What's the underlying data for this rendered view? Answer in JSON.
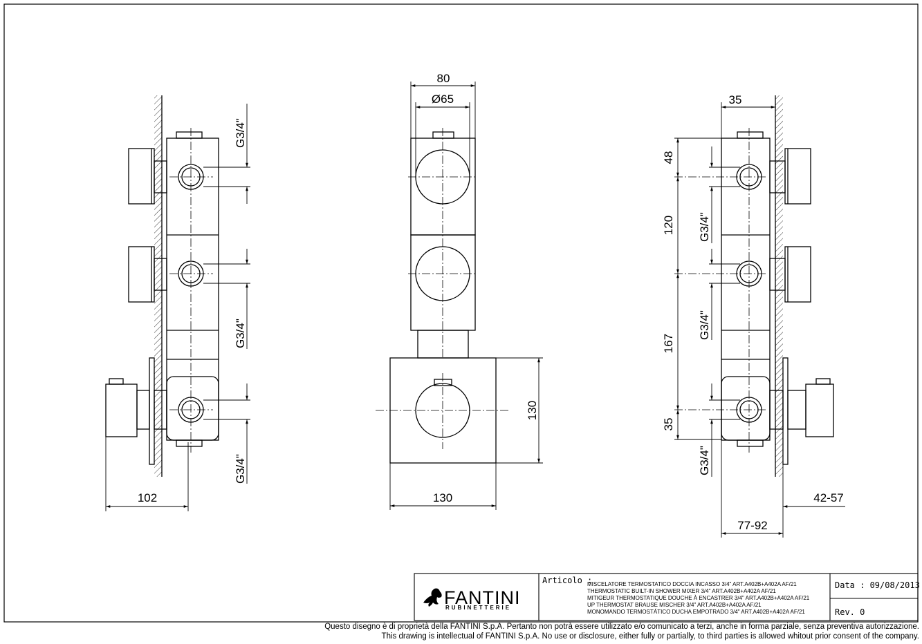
{
  "dimensions": {
    "left_width": "102",
    "left_thread_top": "G3/4\"",
    "left_thread_mid": "G3/4\"",
    "left_thread_bottom": "G3/4\"",
    "front_width": "80",
    "front_diameter": "Ø65",
    "plate_height": "130",
    "plate_width": "130",
    "right_top_depth": "35",
    "right_spacing_1": "48",
    "right_spacing_2": "120",
    "right_spacing_3": "167",
    "right_spacing_4": "35",
    "right_thread_1": "G3/4\"",
    "right_thread_2": "G3/4\"",
    "right_thread_3": "G3/4\"",
    "wall_range": "42-57",
    "total_range": "77-92"
  },
  "title_block": {
    "brand": "FANTINI",
    "brand_sub": "RUBINETTERIE",
    "articolo_label": "Articolo :",
    "desc_lines": [
      "MISCELATORE TERMOSTATICO DOCCIA INCASSO 3/4\" ART.A402B+A402A AF/21",
      "THERMOSTATIC BUILT-IN SHOWER MIXER 3/4\" ART.A402B+A402A AF/21",
      "MITIGEUR THERMOSTATIQUE DOUCHE À ENCASTRER 3/4\" ART.A402B+A402A AF/21",
      "UP THERMOSTAT BRAUSE MISCHER 3/4\" ART.A402B+A402A AF/21",
      "MONOMANDO TERMOSTÁTICO DUCHA EMPOTRADO 3/4\" ART.A402B+A402A AF/21"
    ],
    "date": "Data : 09/08/2013",
    "rev": "Rev.   0"
  },
  "footer": {
    "line1": "Questo disegno è di proprietà della FANTINI S.p.A. Pertanto non potrà essere utilizzato e/o comunicato a terzi, anche in forma parziale, senza preventiva autorizzazione.",
    "line2": "This drawing is intellectual of FANTINI S.p.A. No use or disclosure, either fully or partially, to third parties is allowed whitout prior consent of the company."
  }
}
